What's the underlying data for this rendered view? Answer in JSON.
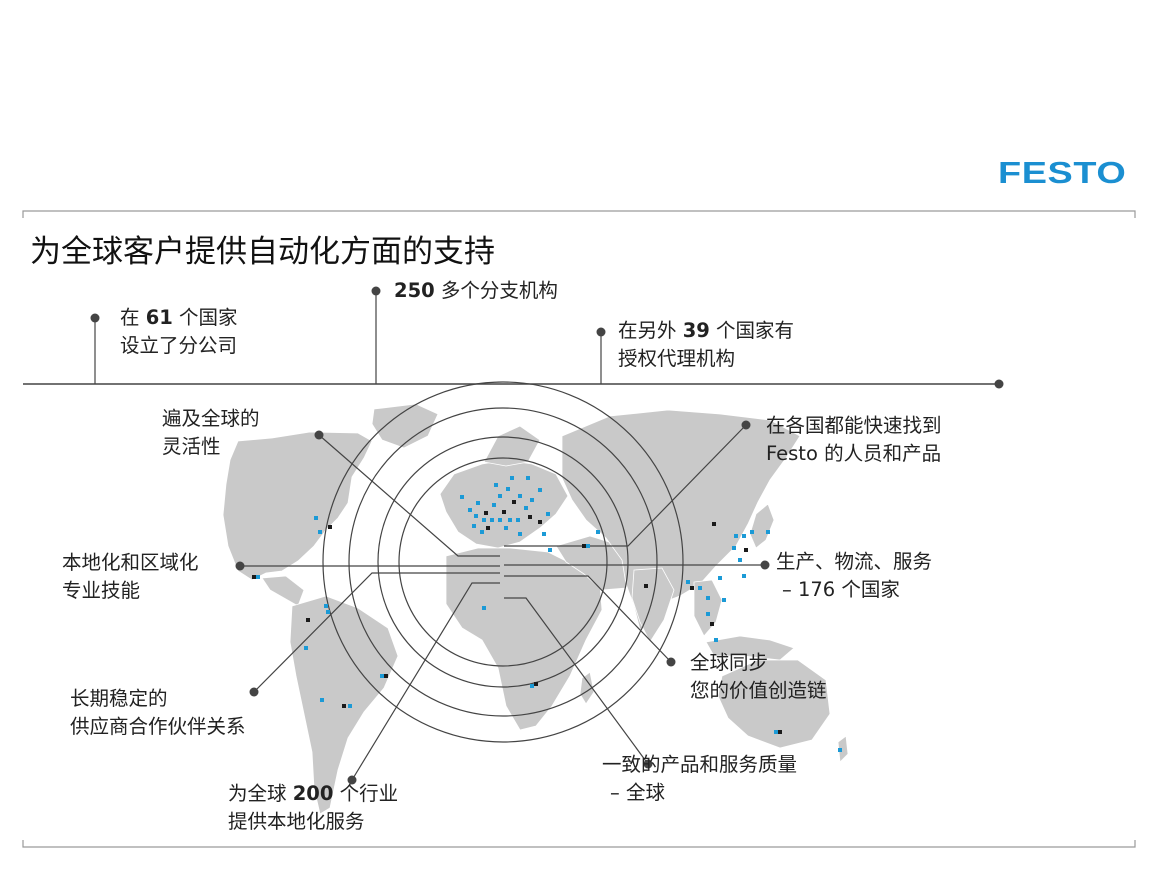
{
  "brand": {
    "logo_text": "FESTO",
    "logo_color": "#1b8fd1"
  },
  "slide": {
    "title": "为全球客户提供自动化方面的支持"
  },
  "colors": {
    "line": "#444444",
    "land": "#c9c9c9",
    "marker_blue": "#1b9ad6",
    "marker_black": "#1a1a1a"
  },
  "timeline": {
    "items": [
      {
        "pre": "在 ",
        "number": "61",
        "post": " 个国家",
        "line2": "设立了分公司"
      },
      {
        "pre": "",
        "number": "250",
        "post": " 多个分支机构",
        "line2": ""
      },
      {
        "pre": "在另外 ",
        "number": "39",
        "post": " 个国家有",
        "line2": "授权代理机构"
      }
    ]
  },
  "callouts": {
    "flexibility": {
      "line1": "遍及全球的",
      "line2": "灵活性"
    },
    "localization": {
      "line1": "本地化和区域化",
      "line2": "专业技能"
    },
    "partnership": {
      "line1": "长期稳定的",
      "line2": "供应商合作伙伴关系"
    },
    "industries": {
      "pre": "为全球 ",
      "number": "200",
      "post": "  个行业",
      "line2": "提供本地化服务"
    },
    "people": {
      "line1": "在各国都能快速找到",
      "line2": "Festo 的人员和产品"
    },
    "production": {
      "line1": "生产、物流、服务",
      "line2": "–  176 个国家"
    },
    "value_chain": {
      "line1": "全球同步",
      "line2": "您的价值创造链"
    },
    "quality": {
      "line1": "一致的产品和服务质量",
      "line2": "–   全球"
    }
  }
}
